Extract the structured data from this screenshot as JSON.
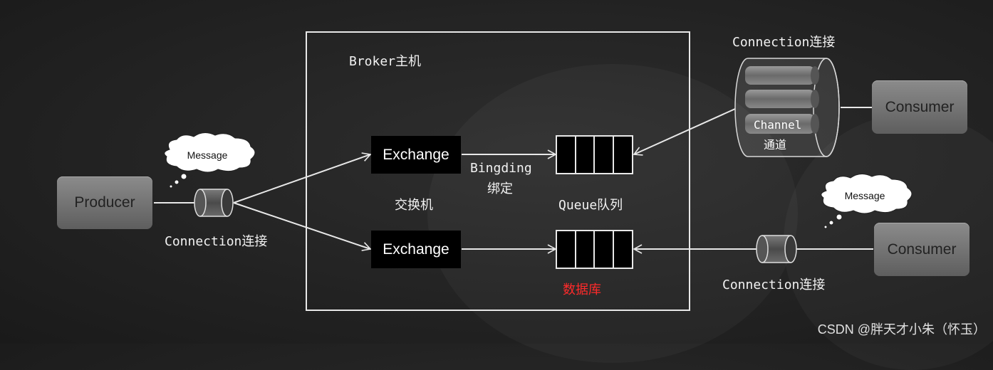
{
  "producer": {
    "label": "Producer"
  },
  "consumer_top": {
    "label": "Consumer"
  },
  "consumer_bottom": {
    "label": "Consumer"
  },
  "broker": {
    "label": "Broker主机"
  },
  "exchange_top": {
    "label": "Exchange"
  },
  "exchange_bottom": {
    "label": "Exchange"
  },
  "exchange_caption": "交换机",
  "binding": {
    "label_en": "Bingding",
    "label_cn": "绑定"
  },
  "queue_caption": "Queue队列",
  "database_caption": "数据库",
  "connection_producer": "Connection连接",
  "connection_consumer_top": "Connection连接",
  "connection_consumer_bottom": "Connection连接",
  "channel": {
    "label_en": "Channel",
    "label_cn": "通道"
  },
  "message_left": "Message",
  "message_right": "Message",
  "watermark": "CSDN @胖天才小朱（怀玉）",
  "colors": {
    "background": "#242424",
    "line": "#e8e8e8",
    "db_label": "#ff2a2a"
  }
}
